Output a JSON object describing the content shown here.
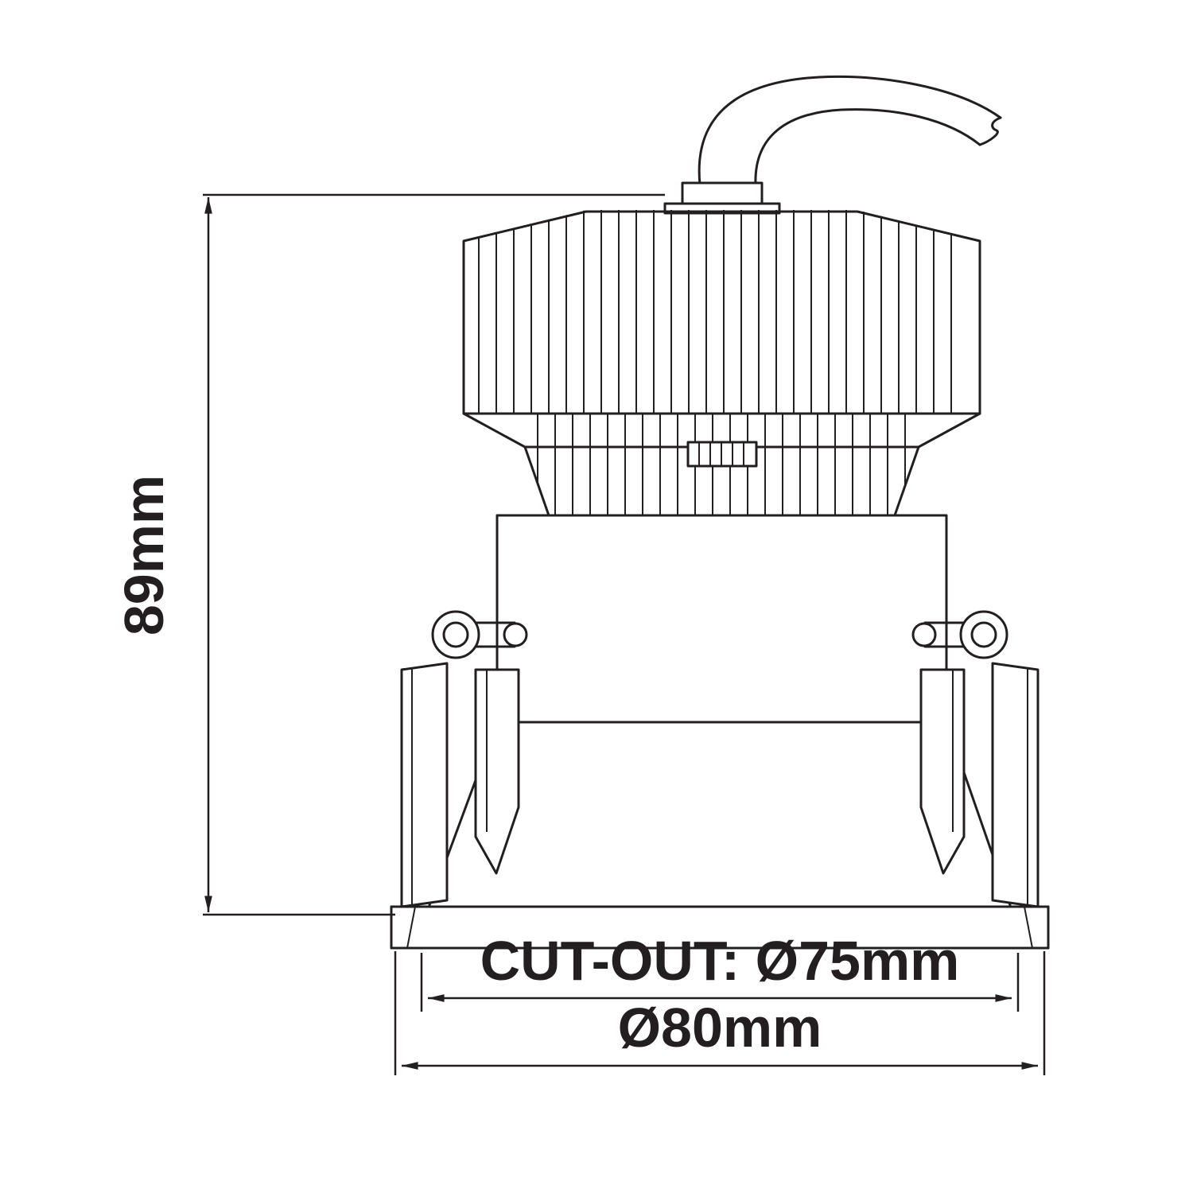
{
  "diagram": {
    "type": "technical-drawing",
    "subject": "recessed-downlight-front-view",
    "dimensions": {
      "height": {
        "label": "89mm",
        "value": 89,
        "unit": "mm"
      },
      "cutout": {
        "label": "CUT-OUT: Ø75mm",
        "value": 75,
        "unit": "mm"
      },
      "outer_diameter": {
        "label": "Ø80mm",
        "value": 80,
        "unit": "mm"
      }
    },
    "colors": {
      "line": "#231f20",
      "background": "#ffffff"
    }
  }
}
